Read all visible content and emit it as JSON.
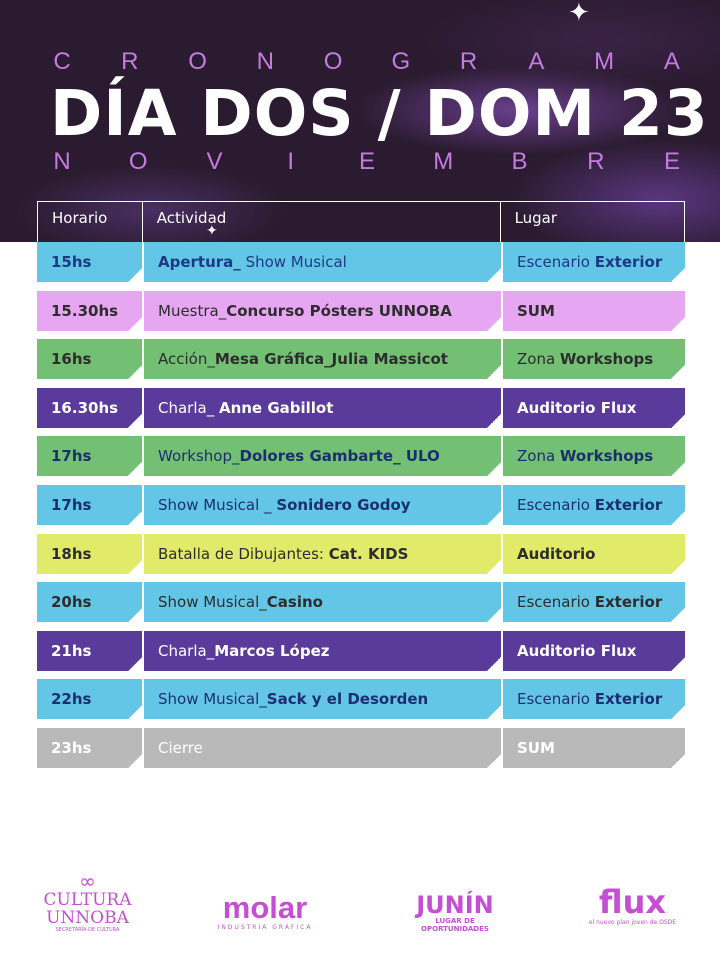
{
  "header": {
    "eyebrow_letters": [
      "C",
      "R",
      "O",
      "N",
      "O",
      "G",
      "R",
      "A",
      "M",
      "A"
    ],
    "title": "DÍA DOS / DOM 23",
    "month_letters": [
      "N",
      "O",
      "V",
      "I",
      "E",
      "M",
      "B",
      "R",
      "E"
    ]
  },
  "table": {
    "columns": [
      "Horario",
      "Actividad",
      "Lugar"
    ],
    "rows": [
      {
        "time": "15hs",
        "activity_pre": "",
        "activity_bold": "Apertura_",
        "activity_post": " Show Musical",
        "place_pre": "Escenario ",
        "place_bold": "Exterior",
        "bg": "#63c6e7",
        "fg": "#1b3a82"
      },
      {
        "time": "15.30hs",
        "activity_pre": "Muestra_",
        "activity_bold": "Concurso Pósters UNNOBA",
        "activity_post": "",
        "place_pre": "",
        "place_bold": "SUM",
        "bg": "#e7a6f2",
        "fg": "#2d2d2d"
      },
      {
        "time": "16hs",
        "activity_pre": "Acción_",
        "activity_bold": "Mesa Gráfica_Julia Massicot",
        "activity_post": "",
        "place_pre": "Zona ",
        "place_bold": "Workshops",
        "bg": "#73bf74",
        "fg": "#2d2d2d"
      },
      {
        "time": "16.30hs",
        "activity_pre": "Charla_ ",
        "activity_bold": "Anne Gabillot",
        "activity_post": "",
        "place_pre": "",
        "place_bold": "Auditorio Flux",
        "bg": "#5a3a9a",
        "fg": "#ffffff"
      },
      {
        "time": "17hs",
        "activity_pre": "Workshop_",
        "activity_bold": "Dolores Gambarte_ ULO",
        "activity_post": "",
        "place_pre": "Zona ",
        "place_bold": "Workshops",
        "bg": "#73bf74",
        "fg": "#1b2f6e"
      },
      {
        "time": "17hs",
        "activity_pre": "Show Musical _ ",
        "activity_bold": "Sonidero Godoy",
        "activity_post": "",
        "place_pre": "Escenario ",
        "place_bold": "Exterior",
        "bg": "#63c6e7",
        "fg": "#1b2f6e"
      },
      {
        "time": "18hs",
        "activity_pre": "Batalla de Dibujantes: ",
        "activity_bold": "Cat. KIDS",
        "activity_post": "",
        "place_pre": "",
        "place_bold": "Auditorio",
        "bg": "#e2ea6a",
        "fg": "#2d2d2d"
      },
      {
        "time": "20hs",
        "activity_pre": "Show Musical_",
        "activity_bold": "Casino",
        "activity_post": "",
        "place_pre": "Escenario ",
        "place_bold": "Exterior",
        "bg": "#63c6e7",
        "fg": "#2d2d2d"
      },
      {
        "time": "21hs",
        "activity_pre": "Charla_",
        "activity_bold": "Marcos López",
        "activity_post": "",
        "place_pre": "",
        "place_bold": "Auditorio Flux",
        "bg": "#5a3a9a",
        "fg": "#ffffff"
      },
      {
        "time": "22hs",
        "activity_pre": "Show Musical_",
        "activity_bold": "Sack y el Desorden",
        "activity_post": "",
        "place_pre": "Escenario ",
        "place_bold": "Exterior",
        "bg": "#63c6e7",
        "fg": "#1b2f6e"
      },
      {
        "time": "23hs",
        "activity_pre": "Cierre",
        "activity_bold": "",
        "activity_post": "",
        "place_pre": "",
        "place_bold": "SUM",
        "bg": "#b9b9b9",
        "fg": "#ffffff"
      }
    ]
  },
  "sponsors": {
    "cultura": {
      "line1": "CULTURA",
      "line2": "UNNOBA",
      "line3": "SECRETARÍA DE CULTURA"
    },
    "molar": {
      "name": "molar",
      "tagline": "INDUSTRIA GRÁFICA"
    },
    "junin": {
      "name": "JUNÍN",
      "tagline1": "LUGAR DE",
      "tagline2": "OPORTUNIDADES"
    },
    "flux": {
      "name": "flux",
      "tagline": "el nuevo plan joven de OSDE"
    }
  }
}
